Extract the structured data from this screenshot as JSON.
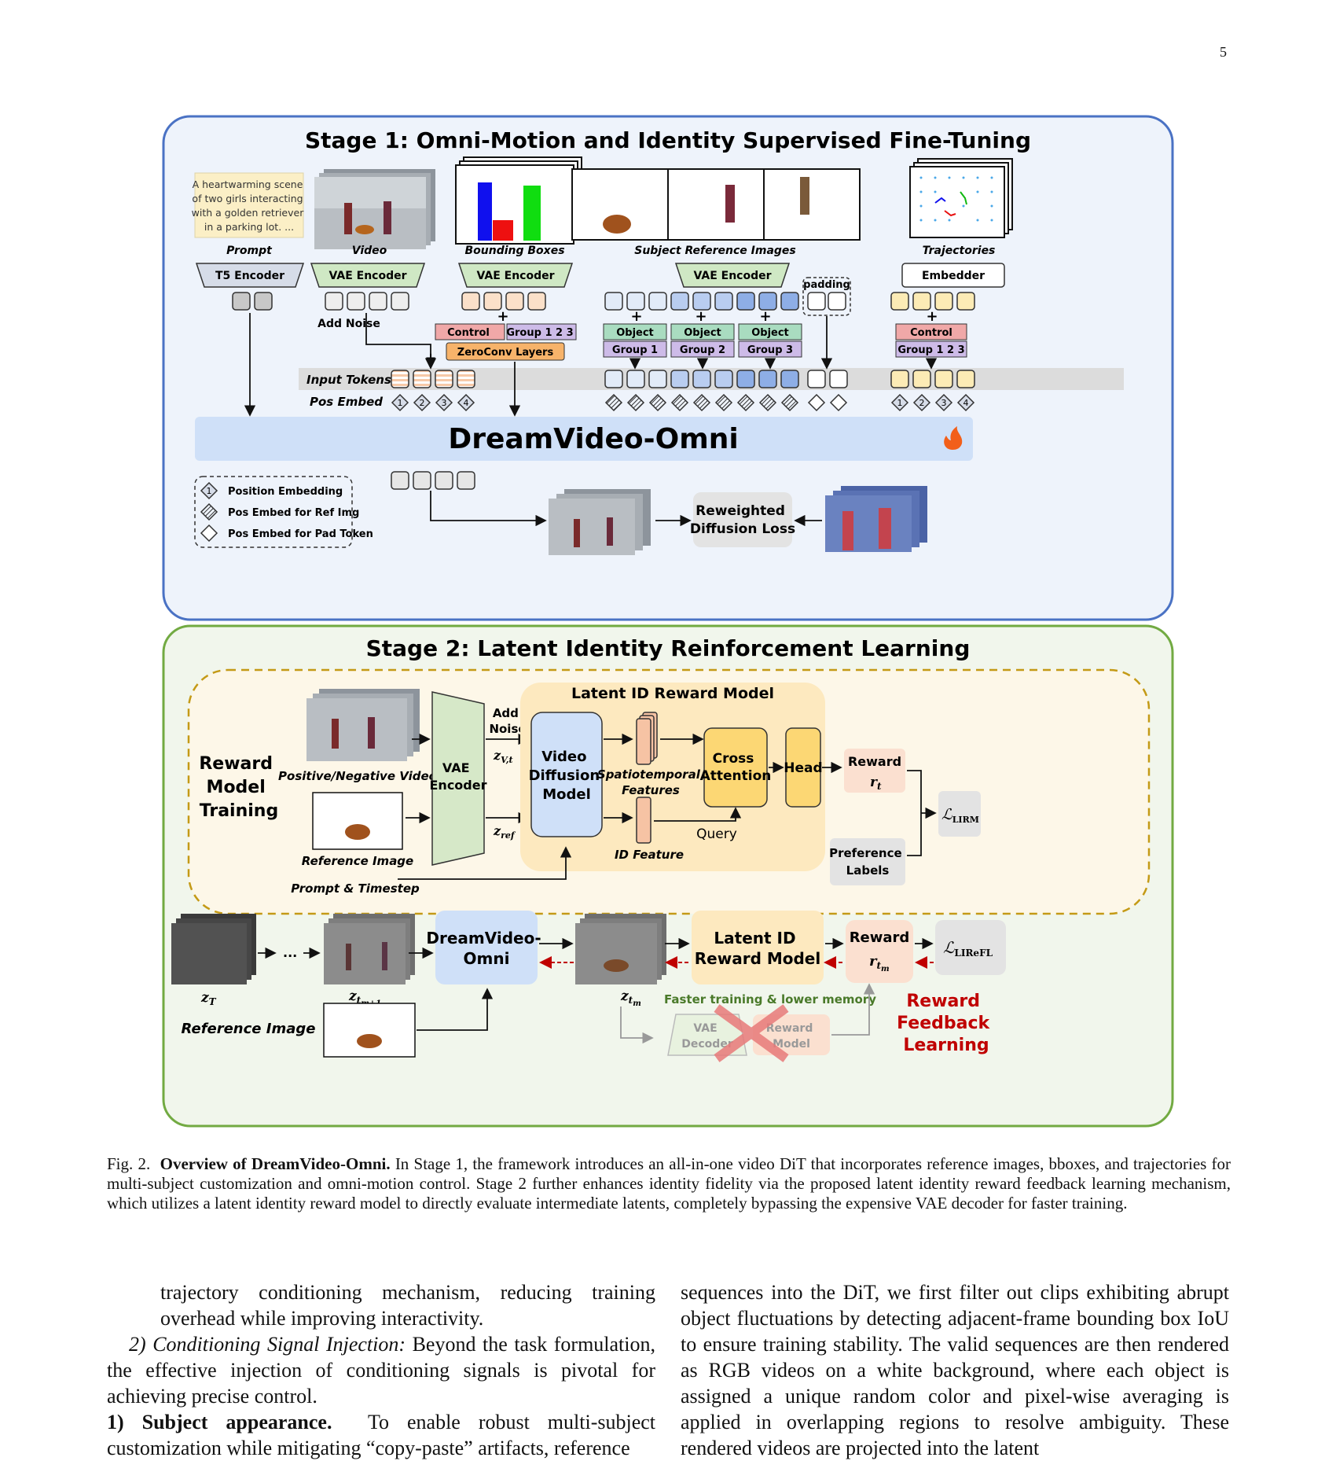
{
  "page_number": "5",
  "figure": {
    "stage1": {
      "title": "Stage 1: Omni-Motion and Identity Supervised Fine-Tuning",
      "prompt_text": [
        "A heartwarming scene",
        "of two girls interacting",
        "with a golden retriever",
        "in a parking lot. ..."
      ],
      "input_labels": [
        "Prompt",
        "Video",
        "Bounding Boxes",
        "Subject Reference Images",
        "Trajectories"
      ],
      "encoders": [
        "T5 Encoder",
        "VAE Encoder",
        "VAE Encoder",
        "VAE Encoder",
        "Embedder"
      ],
      "add_noise": "Add Noise",
      "padding": "padding",
      "control": "Control",
      "group123": "Group 1 2 3",
      "zeroconv": "ZeroConv Layers",
      "object": "Object",
      "groups": [
        "Group 1",
        "Group 2",
        "Group 3"
      ],
      "input_tokens": "Input  Tokens",
      "pos_embed": "Pos  Embed",
      "pos_nums": [
        "1",
        "2",
        "3",
        "4"
      ],
      "model_name": "DreamVideo-Omni",
      "legend": [
        "Position Embedding",
        "Pos Embed for Ref Img",
        "Pos Embed for Pad Token"
      ],
      "legend_num": "1",
      "loss": [
        "Reweighted",
        "Diffusion Loss"
      ]
    },
    "stage2": {
      "title": "Stage 2: Latent Identity Reinforcement Learning",
      "rm_training": [
        "Reward",
        "Model",
        "Training"
      ],
      "pos_neg_video": "Positive/Negative Video",
      "reference_image": "Reference Image",
      "prompt_timestep": "Prompt & Timestep",
      "vae_encoder": [
        "VAE",
        "Encoder"
      ],
      "add_noise": [
        "Add",
        "Noise"
      ],
      "z_vt": "z",
      "z_vt_sub": "V,t",
      "z_ref": "z",
      "z_ref_sub": "ref",
      "latent_id_reward_model": "Latent ID Reward Model",
      "video_diffusion_model": [
        "Video",
        "Diffusion",
        "Model"
      ],
      "spatiotemporal": [
        "Spatiotemporal",
        "Features"
      ],
      "id_feature": "ID Feature",
      "query": "Query",
      "cross_attention": [
        "Cross",
        "Attention"
      ],
      "head": "Head",
      "reward": "Reward",
      "r_t": "r",
      "r_t_sub": "t",
      "preference_labels": [
        "Preference",
        "Labels"
      ],
      "loss_lirm": "ℒ",
      "loss_lirm_sub": "LIRM",
      "z_T": "z",
      "z_T_sub": "T",
      "ellipsis": "...",
      "z_tm1": "z",
      "z_tm1_sub": "t",
      "z_tm1_subsub": "m+1",
      "dvo": [
        "DreamVideo-",
        "Omni"
      ],
      "z_tm": "z",
      "z_tm_sub": "t",
      "z_tm_subsub": "m",
      "lirm2": [
        "Latent ID",
        "Reward Model"
      ],
      "reward2": "Reward",
      "r_tm": "r",
      "r_tm_sub": "t",
      "r_tm_subsub": "m",
      "loss_lirefl": "ℒ",
      "loss_lirefl_sub": "LIReFL",
      "faster": "Faster training & lower memory",
      "vae_decoder": [
        "VAE",
        "Decoder"
      ],
      "reward_model": [
        "Reward",
        "Model"
      ],
      "reference_image2": "Reference Image",
      "rfl": [
        "Reward",
        "Feedback",
        "Learning"
      ]
    }
  },
  "caption": {
    "label": "Fig. 2.",
    "bold": "Overview of DreamVideo-Omni.",
    "text": "In Stage 1, the framework introduces an all-in-one video DiT that incorporates reference images, bboxes, and trajectories for multi-subject customization and omni-motion control. Stage 2 further enhances identity fidelity via the proposed latent identity reward feedback learning mechanism, which utilizes a latent identity reward model to directly evaluate intermediate latents, completely bypassing the expensive VAE decoder for faster training."
  },
  "body": {
    "col1_p1": "trajectory conditioning mechanism, reducing training overhead while improving interactivity.",
    "col1_p2_italic": "2) Conditioning Signal Injection:",
    "col1_p2": "Beyond the task formulation, the effective injection of conditioning signals is pivotal for achieving precise control.",
    "col1_p3_bold": "1) Subject appearance.",
    "col1_p3": "To enable robust multi-subject customization while mitigating “copy-paste” artifacts, reference",
    "col2_p1": "sequences into the DiT, we first filter out clips exhibiting abrupt object fluctuations by detecting adjacent-frame bounding box IoU to ensure training stability. The valid sequences are then rendered as RGB videos on a white background, where each object is assigned a unique random color and pixel-wise averaging is applied in overlapping regions to resolve ambiguity. These rendered videos are projected into the latent"
  }
}
